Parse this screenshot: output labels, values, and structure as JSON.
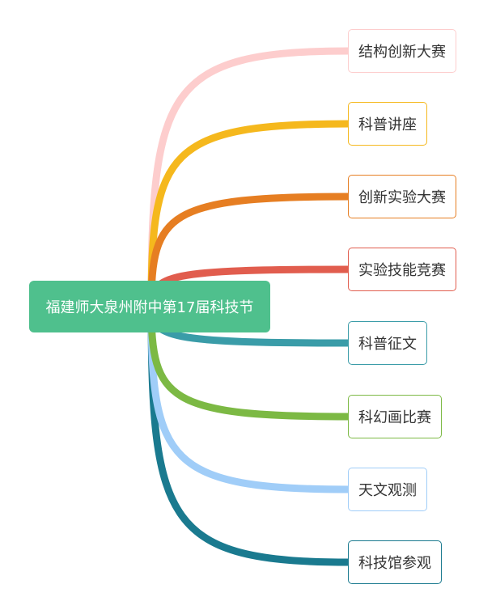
{
  "root": {
    "label": "福建师大泉州附中第17届科技节",
    "color": "#4fc08d"
  },
  "branches": [
    {
      "label": "结构创新大赛",
      "color": "#fdcdcd"
    },
    {
      "label": "科普讲座",
      "color": "#f5b81d"
    },
    {
      "label": "创新实验大赛",
      "color": "#e67e22"
    },
    {
      "label": "实验技能竞赛",
      "color": "#e15d4e"
    },
    {
      "label": "科普征文",
      "color": "#3a9ca8"
    },
    {
      "label": "科幻画比赛",
      "color": "#7cb944"
    },
    {
      "label": "天文观测",
      "color": "#a0cdf8"
    },
    {
      "label": "科技馆参观",
      "color": "#1a7a8f"
    }
  ]
}
